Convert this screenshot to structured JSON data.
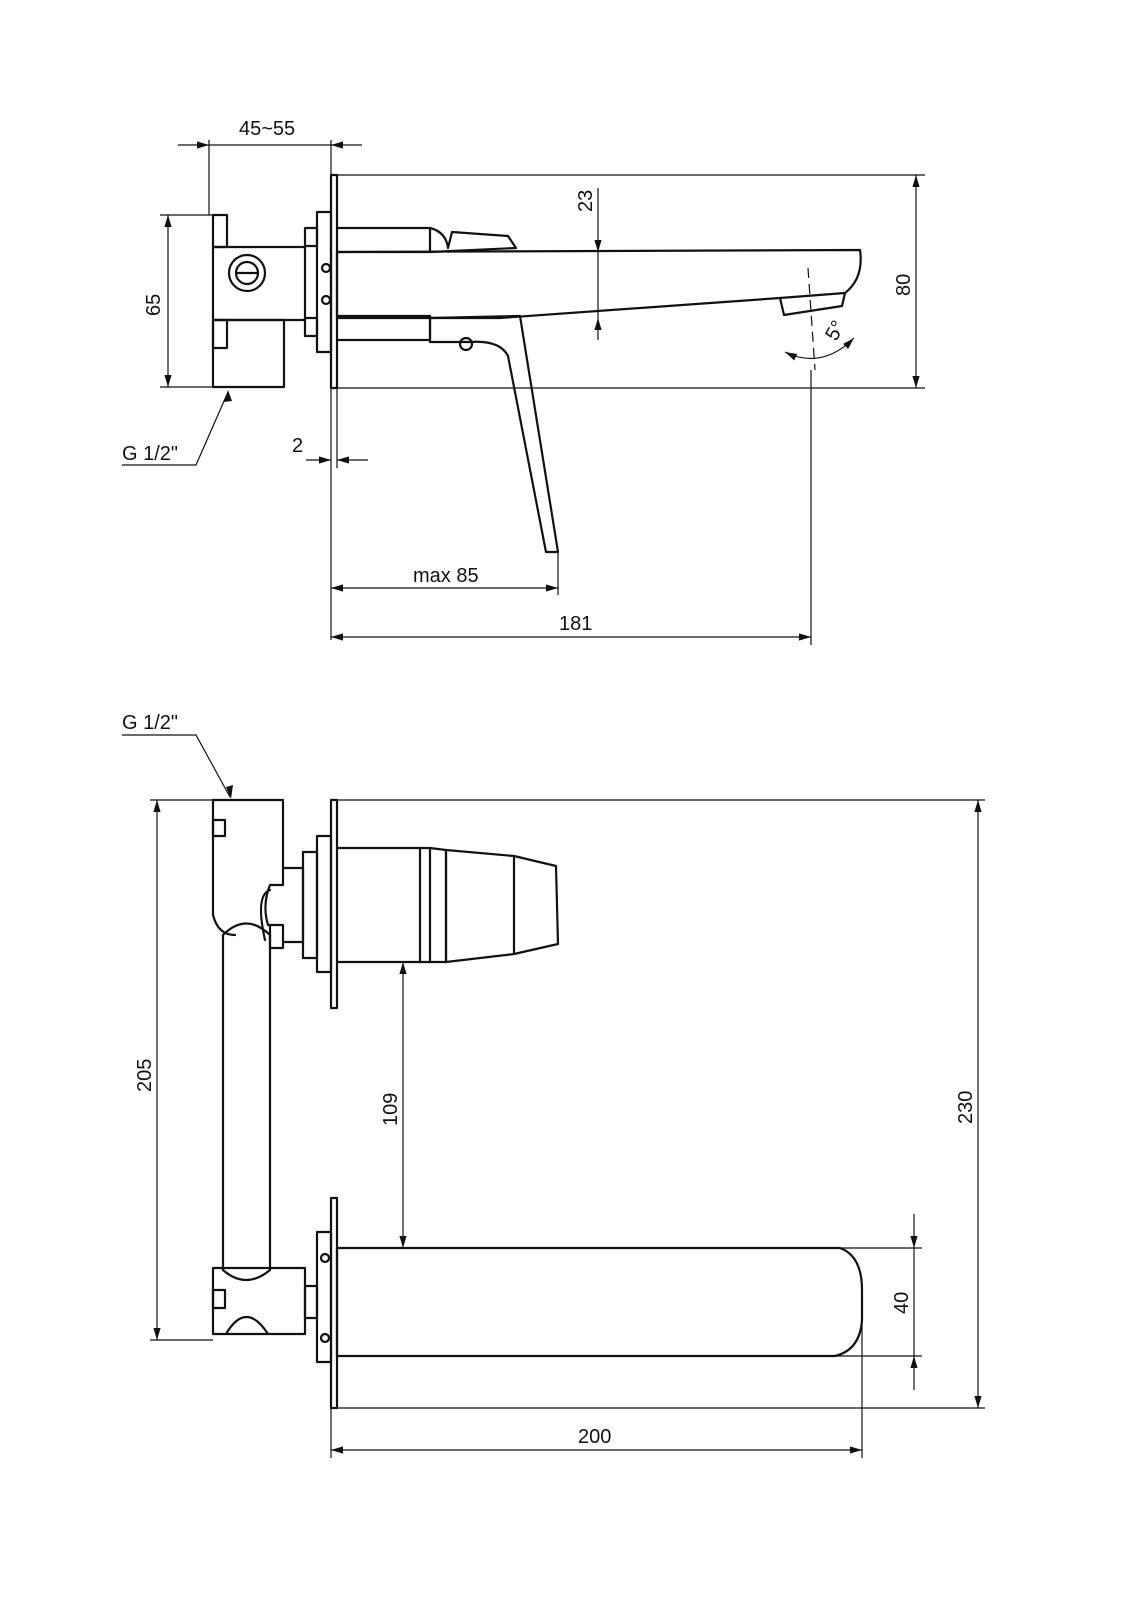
{
  "side_view": {
    "dim_wall_depth": "45~55",
    "dim_box_height": "65",
    "dim_plate": "2",
    "dim_spout_drop": "23",
    "dim_total_height": "80",
    "dim_lever": "max 85",
    "dim_spout_length": "181",
    "dim_angle": "5°",
    "thread_label": "G 1/2\""
  },
  "top_view": {
    "thread_label": "G 1/2\"",
    "dim_body_width": "205",
    "dim_spacing": "109",
    "dim_total_width": "230",
    "dim_spout_width": "40",
    "dim_spout_length": "200"
  }
}
